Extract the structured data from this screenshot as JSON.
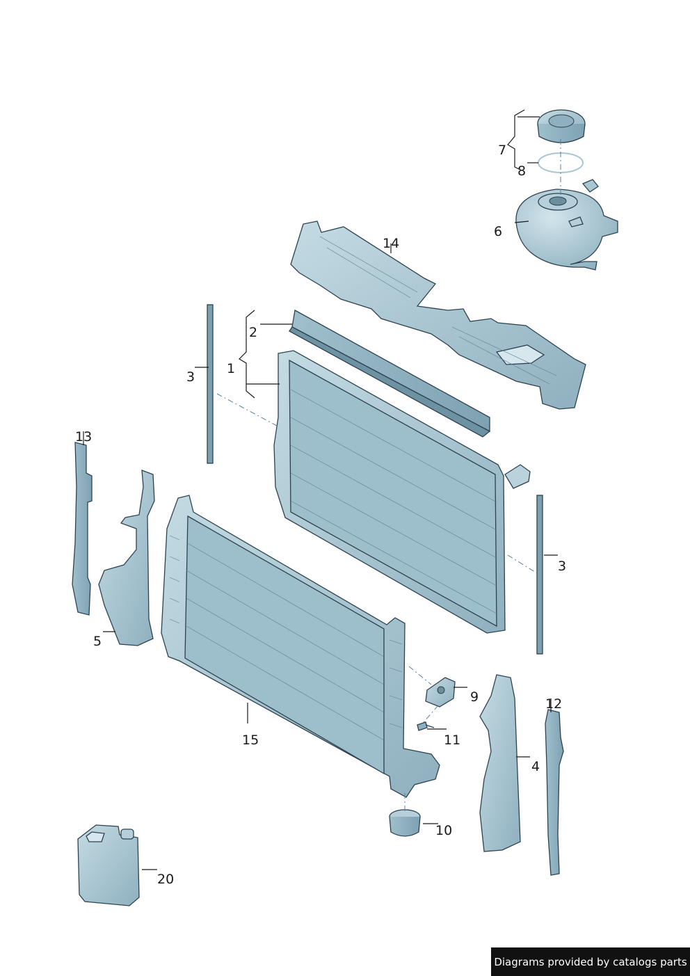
{
  "callouts": {
    "c1": "1",
    "c2": "2",
    "c3a": "3",
    "c3b": "3",
    "c4": "4",
    "c5": "5",
    "c6": "6",
    "c7": "7",
    "c8": "8",
    "c9": "9",
    "c10": "10",
    "c11": "11",
    "c12": "12",
    "c13": "13",
    "c14": "14",
    "c15": "15",
    "c20": "20"
  },
  "credit": "Diagrams provided by catalogs parts",
  "colors": {
    "part_fill": "#a9c6d1",
    "part_shade": "#86a9b8",
    "outline": "#2d4250",
    "credit_bg": "#111111"
  }
}
